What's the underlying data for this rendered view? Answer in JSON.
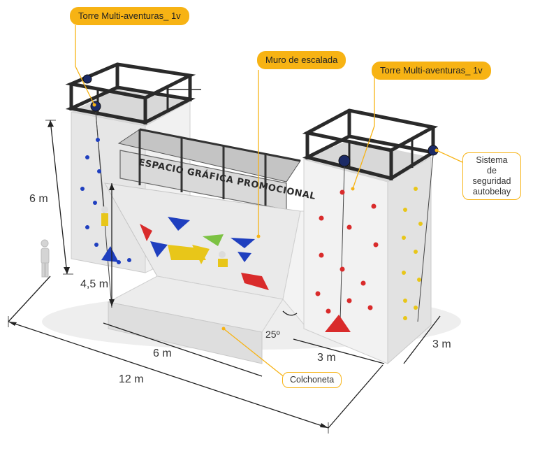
{
  "callouts": {
    "tower_left": "Torre Multi-aventuras_ 1v",
    "climbing_wall": "Muro de escalada",
    "tower_right": "Torre Multi-aventuras_ 1v",
    "autobelay": "Sistema de seguridad autobelay",
    "mat": "Colchoneta"
  },
  "sign_text": "ESPACIO GRÁFICA PROMOCIONAL",
  "dimensions": {
    "height_tower": "6 m",
    "height_wall": "4,5 m",
    "mat_width": "6 m",
    "total_length": "12 m",
    "right_depth": "3 m",
    "right_width": "3 m",
    "angle": "25º"
  },
  "colors": {
    "callout": "#f7b314",
    "hold_red": "#d92b2b",
    "hold_blue": "#1f3fbf",
    "hold_yellow": "#e8c619",
    "hold_green": "#7cc243",
    "frame": "#2a2a2a"
  }
}
